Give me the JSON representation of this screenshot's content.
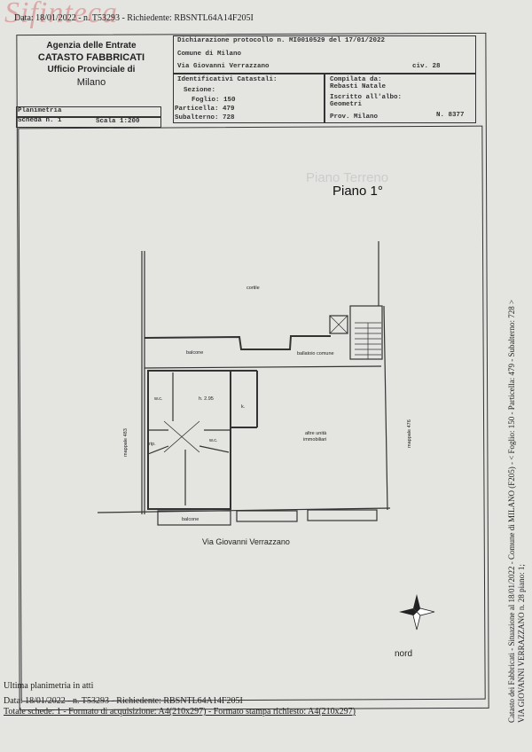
{
  "watermark": "Sifinteca",
  "header_line": "Data: 18/01/2022 - n. T53293 - Richiedente: RBSNTL64A14F205I",
  "agency": {
    "line1": "Agenzia delle Entrate",
    "line2": "CATASTO FABBRICATI",
    "line3": "Ufficio Provinciale di",
    "line4": "Milano"
  },
  "declaration": {
    "protocol": "Dichiarazione protocollo n. MI0010529 del 17/01/2022",
    "comune": "Comune di Milano",
    "address": "Via Giovanni Verrazzano",
    "civic": "civ. 28"
  },
  "identifiers": {
    "title": "Identificativi Catastali:",
    "sezione": "Sezione:",
    "foglio": "Foglio: 150",
    "particella": "Particella: 479",
    "subalterno": "Subalterno: 728"
  },
  "compiler": {
    "label": "Compilata da:",
    "name": "Rebasti Natale",
    "albo_label": "Iscritto all'albo:",
    "albo": "Geometri",
    "prov": "Prov. Milano",
    "number": "N. 8377"
  },
  "sheet": {
    "type": "Planimetria",
    "scheda": "Scheda n. 1",
    "scale": "Scala 1:200"
  },
  "plan": {
    "ghost_title": "Piano Terreno",
    "floor_title": "Piano 1°",
    "labels": {
      "cortile": "cortile",
      "balcone_top": "balcone",
      "ballatoio": "ballatoio comune",
      "wc1": "w.c.",
      "height": "h. 2.95",
      "k": "k.",
      "rip": "rip.",
      "wc2": "w.c.",
      "altre_1": "altre unità",
      "altre_2": "immobiliari",
      "mappale_left": "mappale 483",
      "mappale_right": "mappale 476",
      "balcone_bottom": "balcone",
      "street": "Via Giovanni Verrazzano",
      "north": "nord"
    }
  },
  "footer": {
    "line1": "Ultima planimetria in atti",
    "line2": "Data: 18/01/2022 - n. T53293 - Richiedente: RBSNTL64A14F205I",
    "line3": "Totale schede: 1 - Formato di acquisizione: A4(210x297) - Formato stampa richiesto: A4(210x297)"
  },
  "side_text": {
    "line1": "Catasto dei Fabbricati - Situazione al 18/01/2022 - Comune di MILANO (F205) - < Foglio: 150 - Particella: 479 - Subalterno: 728 >",
    "line2": "VIA GIOVANNI VERRAZZANO n. 28 piano: 1;"
  }
}
